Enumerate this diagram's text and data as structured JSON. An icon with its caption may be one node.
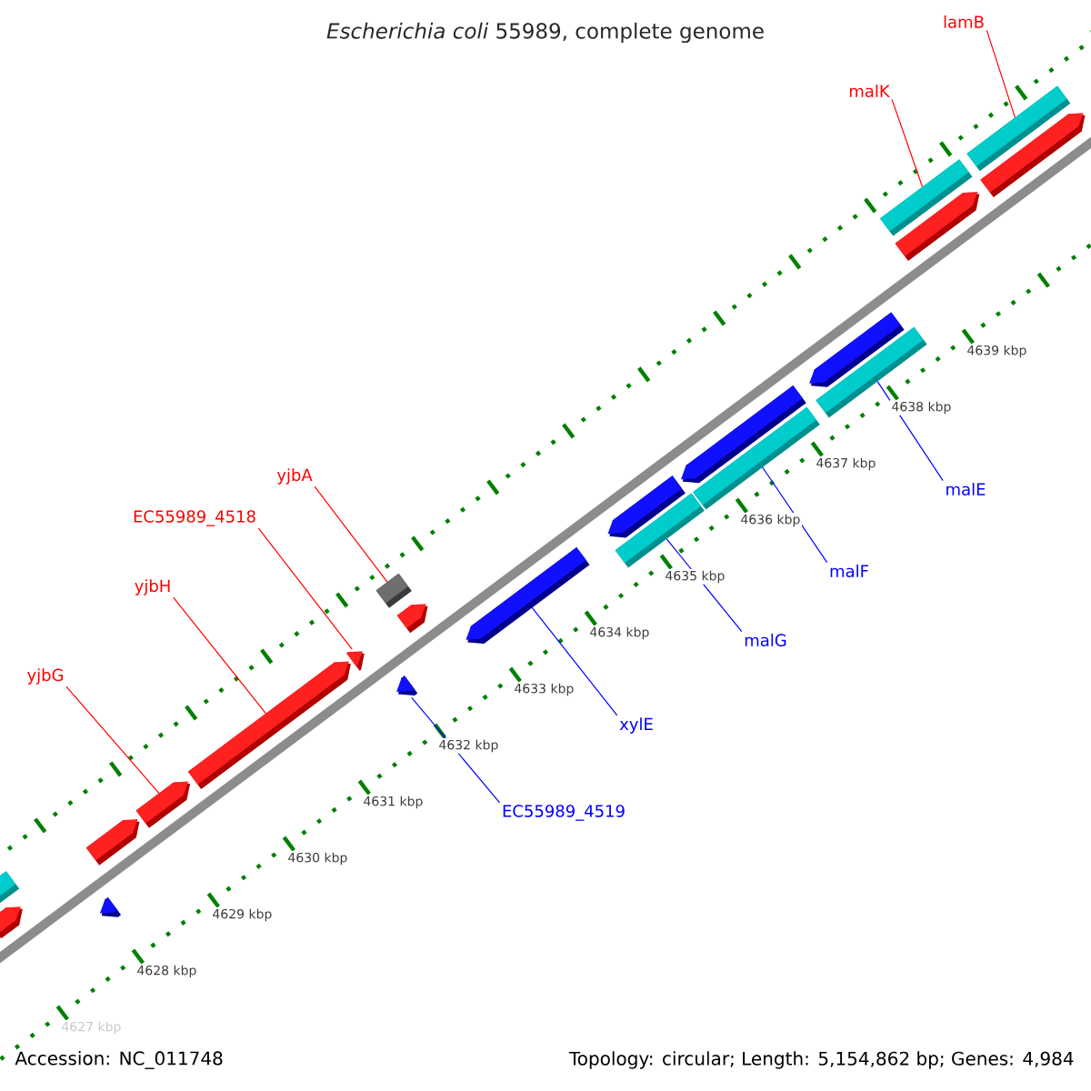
{
  "diagram": {
    "title": "*Escherichia coli* 55989, complete genome",
    "nodes": [
      {
        "text": [
          "lamB"
        ]
      },
      {
        "text": [
          "malK"
        ]
      },
      {
        "text": [
          "yjbA"
        ]
      },
      {
        "text": [
          "malE"
        ]
      },
      {
        "text": [
          "EC55989_4518"
        ]
      },
      {
        "text": [
          "malF"
        ]
      },
      {
        "text": [
          "yjbH"
        ]
      },
      {
        "text": [
          "malG"
        ]
      },
      {
        "text": [
          "yjbG"
        ]
      },
      {
        "text": [
          "xylE"
        ]
      },
      {
        "text": [
          "EC55989_4519"
        ]
      },
      {
        "text": [],
        "shape": "bar"
      },
      {
        "text": [],
        "shape": "pentagon"
      },
      {
        "text": [],
        "shape": "pentagon"
      },
      {
        "text": [],
        "shape": "pentagon"
      },
      {
        "text": [],
        "shape": "pentagon"
      },
      {
        "text": [],
        "shape": "pentagon"
      },
      {
        "text": [],
        "shape": "pentagon"
      },
      {
        "text": [],
        "shape": "pentagon"
      },
      {
        "text": [],
        "shape": "box"
      },
      {
        "text": [],
        "shape": "pentagon"
      },
      {
        "text": [],
        "shape": "pentagon"
      },
      {
        "text": [],
        "shape": "bar"
      },
      {
        "text": [],
        "shape": "pentagon"
      },
      {
        "text": [],
        "shape": "pentagon"
      },
      {
        "text": [],
        "shape": "bar"
      },
      {
        "text": [],
        "shape": "bar"
      },
      {
        "text": [],
        "shape": "pentagon"
      },
      {
        "text": [],
        "shape": "pentagon"
      },
      {
        "text": [],
        "shape": "bar"
      },
      {
        "text": [],
        "shape": "pentagon"
      },
      {
        "text": [],
        "shape": "bar"
      }
    ],
    "edges": [
      {
        "from": 0,
        "to": 31,
        "arrow": "none",
        "color": "#ff0000"
      },
      {
        "from": 1,
        "to": 29,
        "arrow": "none",
        "color": "#ff0000"
      },
      {
        "from": 2,
        "to": 19,
        "arrow": "none",
        "color": "#ff0000"
      },
      {
        "from": 3,
        "to": 26,
        "arrow": "none",
        "color": "#0000ff"
      },
      {
        "from": 4,
        "to": 17,
        "arrow": "none",
        "color": "#ff0000"
      },
      {
        "from": 5,
        "to": 25,
        "arrow": "none",
        "color": "#0000ff"
      },
      {
        "from": 6,
        "to": 16,
        "arrow": "none",
        "color": "#ff0000"
      },
      {
        "from": 7,
        "to": 22,
        "arrow": "none",
        "color": "#0000ff"
      },
      {
        "from": 8,
        "to": 15,
        "arrow": "none",
        "color": "#ff0000"
      },
      {
        "from": 9,
        "to": 21,
        "arrow": "none",
        "color": "#0000ff"
      },
      {
        "from": 10,
        "to": 18,
        "arrow": "none",
        "color": "#0000ff"
      }
    ],
    "labels": [
      "4639 kbp",
      "4638 kbp",
      "4637 kbp",
      "4636 kbp",
      "4635 kbp",
      "4634 kbp",
      "4633 kbp",
      "4632 kbp",
      "4631 kbp",
      "4630 kbp",
      "4629 kbp",
      "4628 kbp",
      "4627 kbp",
      "Accession: NC_011748",
      "Topology: circular; Length: 5,154,862 bp; Genes: 4,984"
    ]
  }
}
